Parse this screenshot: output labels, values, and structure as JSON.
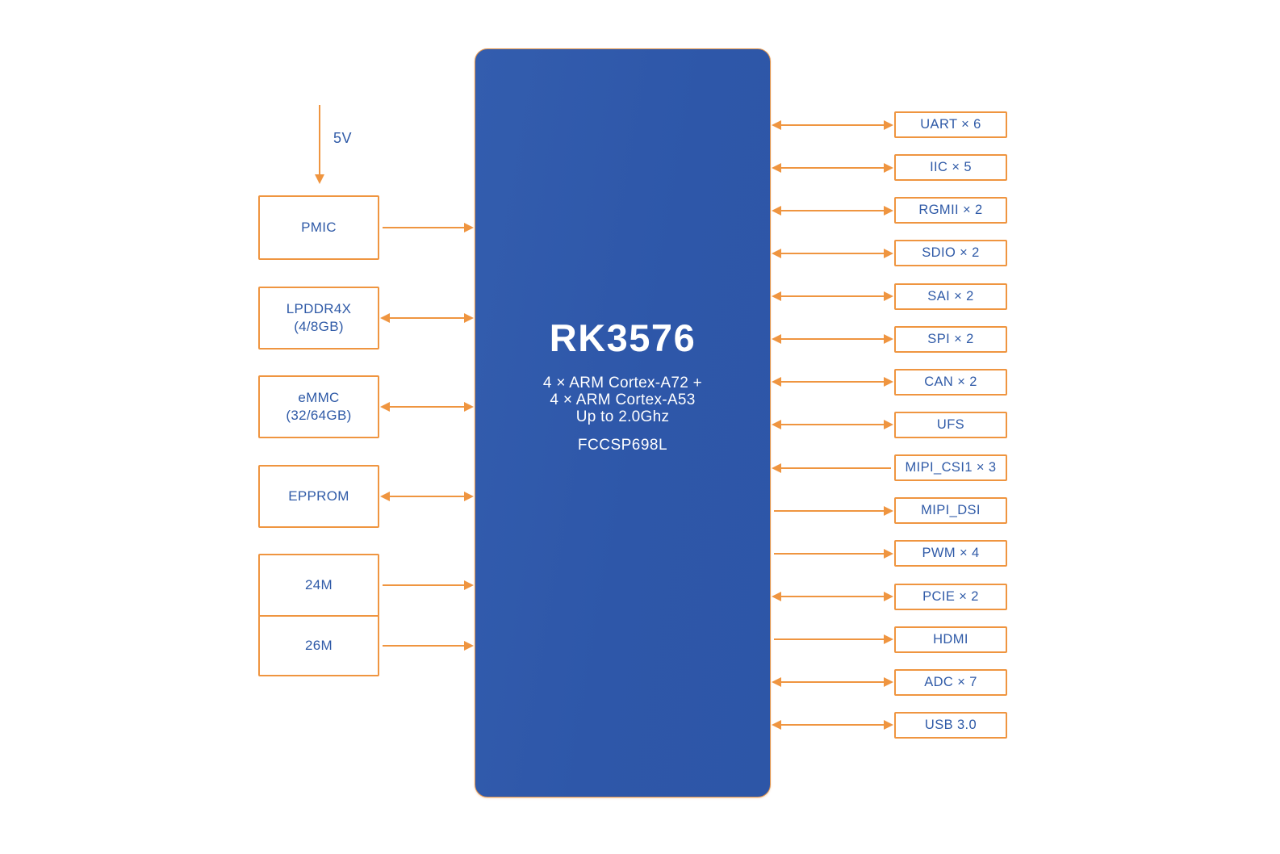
{
  "chip": {
    "name": "RK3576",
    "subtitle_lines": [
      "4 × ARM Cortex-A72 +",
      "4 × ARM Cortex-A53",
      "Up to 2.0Ghz"
    ],
    "package": "FCCSP698L"
  },
  "power": {
    "label": "5V"
  },
  "left_blocks": [
    {
      "lines": [
        "PMIC"
      ],
      "arrow": "right",
      "stack_with_previous": false
    },
    {
      "lines": [
        "LPDDR4X",
        "(4/8GB)"
      ],
      "arrow": "both",
      "stack_with_previous": false
    },
    {
      "lines": [
        "eMMC",
        "(32/64GB)"
      ],
      "arrow": "both",
      "stack_with_previous": false
    },
    {
      "lines": [
        "EPPROM"
      ],
      "arrow": "both",
      "stack_with_previous": false
    },
    {
      "lines": [
        "24M"
      ],
      "arrow": "right",
      "stack_with_previous": false
    },
    {
      "lines": [
        "26M"
      ],
      "arrow": "right",
      "stack_with_previous": true
    }
  ],
  "right_ports": [
    {
      "label": "UART × 6",
      "arrow": "both"
    },
    {
      "label": "IIC × 5",
      "arrow": "both"
    },
    {
      "label": "RGMII × 2",
      "arrow": "both"
    },
    {
      "label": "SDIO × 2",
      "arrow": "both"
    },
    {
      "label": "SAI × 2",
      "arrow": "both"
    },
    {
      "label": "SPI × 2",
      "arrow": "both"
    },
    {
      "label": "CAN × 2",
      "arrow": "both"
    },
    {
      "label": "UFS",
      "arrow": "both"
    },
    {
      "label": "MIPI_CSI1 × 3",
      "arrow": "left"
    },
    {
      "label": "MIPI_DSI",
      "arrow": "right"
    },
    {
      "label": "PWM × 4",
      "arrow": "right"
    },
    {
      "label": "PCIE × 2",
      "arrow": "both"
    },
    {
      "label": "HDMI",
      "arrow": "right"
    },
    {
      "label": "ADC × 7",
      "arrow": "both"
    },
    {
      "label": "USB 3.0",
      "arrow": "both"
    }
  ],
  "colors": {
    "accent_orange": "#ef9540",
    "chip_blue": "#2e57a9",
    "label_blue": "#2f5aa7",
    "chip_text": "#ffffff",
    "background": "#ffffff"
  }
}
